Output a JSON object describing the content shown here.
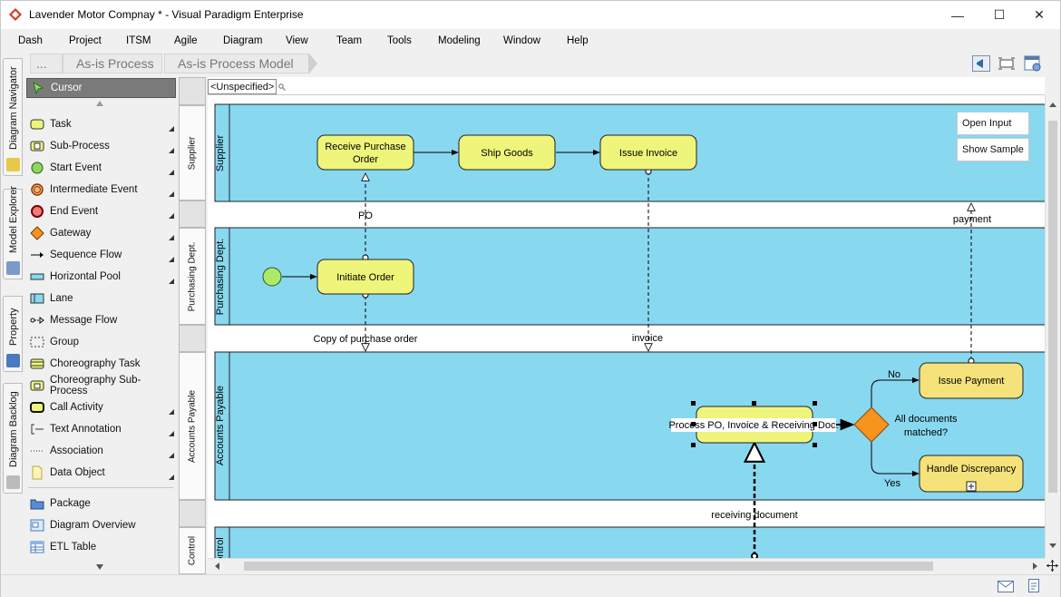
{
  "window": {
    "title": "Lavender Motor Compnay * - Visual Paradigm Enterprise",
    "minimize": "—",
    "maximize": "☐",
    "close": "✕"
  },
  "menu": [
    "Dash",
    "Project",
    "ITSM",
    "Agile",
    "Diagram",
    "View",
    "Team",
    "Tools",
    "Modeling",
    "Window",
    "Help"
  ],
  "breadcrumb": [
    "...",
    "As-is Process",
    "As-is Process Model"
  ],
  "side_tabs": [
    "Diagram Navigator",
    "Model Explorer",
    "Property",
    "Diagram Backlog"
  ],
  "palette": {
    "cursor": "Cursor",
    "items": [
      "Task",
      "Sub-Process",
      "Start Event",
      "Intermediate Event",
      "End Event",
      "Gateway",
      "Sequence Flow",
      "Horizontal Pool",
      "Lane",
      "Message Flow",
      "Group",
      "Choreography Task",
      "Choreography Sub-Process",
      "Call Activity",
      "Text Annotation",
      "Association",
      "Data Object"
    ],
    "extra": [
      "Package",
      "Diagram Overview",
      "ETL Table"
    ]
  },
  "filter_tag": "<Unspecified>",
  "lanes": [
    "Supplier",
    "Purchasing Dept.",
    "Accounts Payable",
    "Control"
  ],
  "lane_headers": [
    "Supplier",
    "Purchasing Dept.",
    "Accounts Payable",
    "Control"
  ],
  "tasks": {
    "receive_po": [
      "Receive Purchase",
      "Order"
    ],
    "ship_goods": "Ship Goods",
    "issue_invoice": "Issue Invoice",
    "initiate_order": "Initiate Order",
    "process_po": "Process PO, Invoice & Receiving Doc.",
    "issue_payment": "Issue Payment",
    "handle_discrepancy": "Handle Discrepancy"
  },
  "flow_labels": {
    "po": "PO",
    "payment": "payment",
    "copy_po": "Copy of purchase order",
    "invoice": "invoice",
    "receiving": "receiving document",
    "gateway": [
      "All documents",
      "matched?"
    ],
    "no": "No",
    "yes": "Yes"
  },
  "buttons": {
    "open_input": "Open Input",
    "show_sample": "Show Sample"
  },
  "colors": {
    "pool": "#88d8f0",
    "task": "#eef57a",
    "task_dark": "#f5e27a",
    "gateway": "#f7941e",
    "start": "#aee86a"
  }
}
